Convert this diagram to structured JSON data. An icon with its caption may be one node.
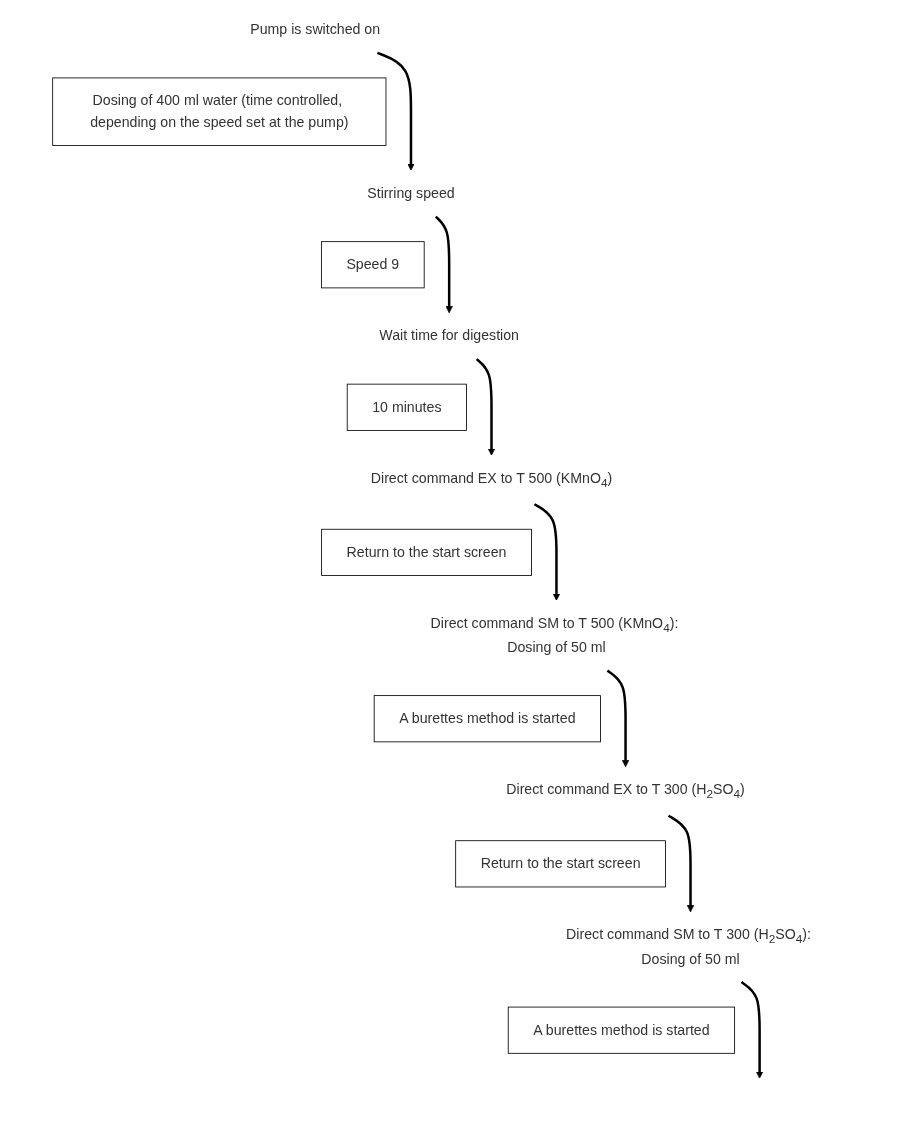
{
  "diagram": {
    "nodes": [
      {
        "text": [
          "Pump is switched on"
        ]
      },
      {
        "text": [
          "Dosing of 400 ml water (time controlled, depending on the speed set at the pump)"
        ]
      },
      {
        "text": [
          "Stirring speed"
        ]
      },
      {
        "text": [
          "Speed 9"
        ]
      },
      {
        "text": [
          "Wait time for digestion"
        ]
      },
      {
        "text": [
          "10 minutes"
        ]
      },
      {
        "text": [
          "Direct command EX to T 500 (KMnO$_{4}$)"
        ]
      },
      {
        "text": [
          "Return to the start screen"
        ]
      },
      {
        "text": [
          "Direct command SM to T 500 (KMnO$_{4}$): Dosing of 50 ml"
        ]
      },
      {
        "text": [
          "A burettes method is started"
        ]
      },
      {
        "text": [
          "Direct command EX to T 300 (H$_{2}$SO$_{4}$)"
        ]
      },
      {
        "text": [
          "Return to the start screen"
        ]
      },
      {
        "text": [
          "Direct command SM to T 300 (H$_{2}$SO$_{4}$): Dosing of 50 ml"
        ]
      },
      {
        "text": [
          "A burettes method is started"
        ]
      }
    ],
    "edges": [
      {
        "from": 0,
        "to": 2,
        "arrow": "to"
      },
      {
        "from": 2,
        "to": 4,
        "arrow": "to"
      },
      {
        "from": 4,
        "to": 6,
        "arrow": "to"
      },
      {
        "from": 6,
        "to": 8,
        "arrow": "to"
      },
      {
        "from": 8,
        "to": 10,
        "arrow": "to"
      },
      {
        "from": 10,
        "to": 12,
        "arrow": "to"
      },
      {
        "from": 12,
        "to": null,
        "arrow": "to"
      }
    ]
  }
}
